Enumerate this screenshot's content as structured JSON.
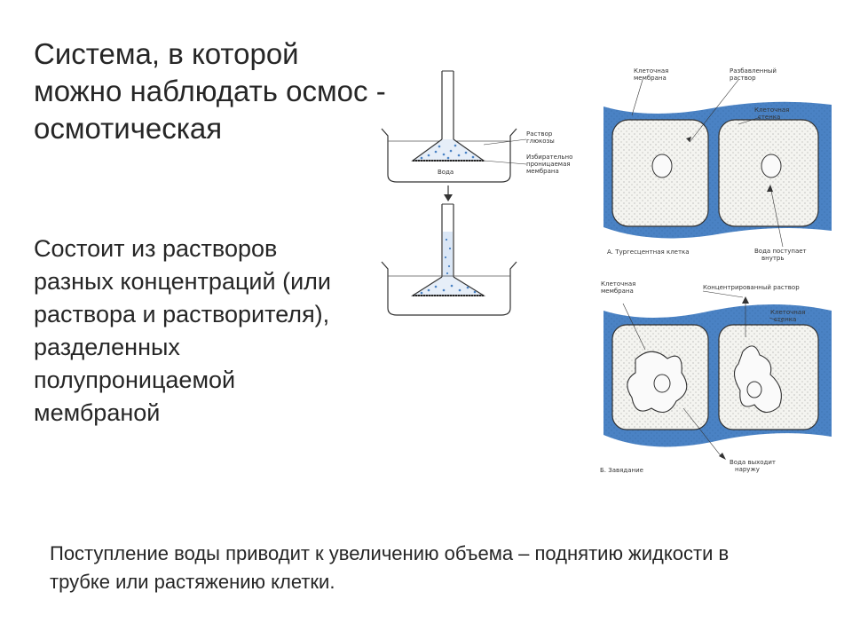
{
  "title": "Система, в которой можно наблюдать осмос - осмотическая",
  "description": "Состоит из растворов разных концентраций (или раствора и растворителя), разделенных полупроницаемой мембраной",
  "caption": "Поступление воды приводит к увеличению объема – поднятию жидкости в трубке или растяжению клетки.",
  "apparatus_labels": {
    "glucose_solution": [
      "Раствор",
      "глюкозы"
    ],
    "membrane": [
      "Избирательно",
      "проницаемая",
      "мембрана"
    ],
    "water": "Вода"
  },
  "cell_top_labels": {
    "cell_membrane": [
      "Клеточная",
      "мембрана"
    ],
    "dilute_solution": [
      "Разбавленный",
      "раствор"
    ],
    "cell_wall": [
      "Клеточная",
      "стенка"
    ],
    "panel": "А. Тургесцентная клетка",
    "water_in": [
      "Вода поступает",
      "внутрь"
    ]
  },
  "cell_bottom_labels": {
    "cell_membrane": [
      "Клеточная",
      "мембрана"
    ],
    "concentrated_solution": "Концентрированный раствор",
    "cell_wall": [
      "Клеточная",
      "стенка"
    ],
    "panel": "Б. Завядание",
    "water_out": [
      "Вода выходит",
      "наружу"
    ]
  },
  "colors": {
    "medium_blue": "#4a82c4",
    "text": "#262626"
  }
}
